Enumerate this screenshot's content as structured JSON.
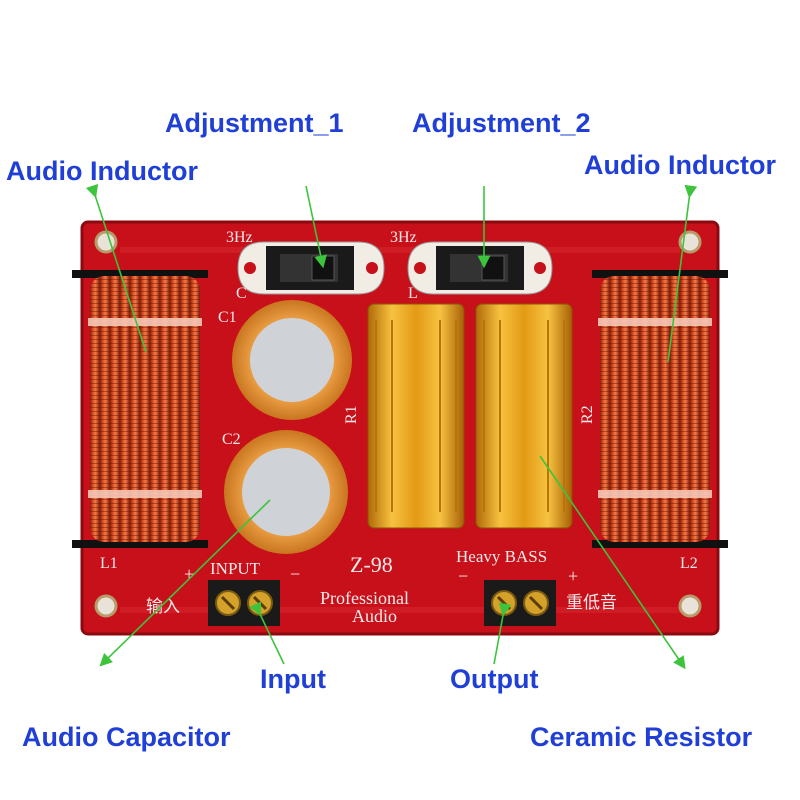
{
  "callouts": {
    "adjustment_1": "Adjustment_1",
    "adjustment_2": "Adjustment_2",
    "audio_inductor_left": "Audio Inductor",
    "audio_inductor_right": "Audio Inductor",
    "input": "Input",
    "output": "Output",
    "audio_capacitor": "Audio Capacitor",
    "ceramic_resistor": "Ceramic Resistor"
  },
  "board": {
    "switch_left_label": "3Hz",
    "switch_right_label": "3Hz",
    "label_c": "C",
    "label_l": "L",
    "label_c1": "C1",
    "label_c2": "C2",
    "label_r1": "R1",
    "label_r2": "R2",
    "label_l1": "L1",
    "label_l2": "L2",
    "input_label": "INPUT",
    "plus_left": "+",
    "minus_left": "−",
    "plus_right": "+",
    "minus_right": "−",
    "input_chinese": "输入",
    "model": "Z-98",
    "brand_line1": "Professional",
    "brand_line2": "Audio",
    "heavy_bass": "Heavy BASS",
    "bass_chinese": "重低音"
  },
  "colors": {
    "callout_text": "#1f3fd6",
    "arrow": "#3cc43c",
    "pcb": "#c8101a",
    "copper": "#d9401c",
    "resistor_gold": "#e8a21a",
    "capacitor_orange": "#f2a44a",
    "capacitor_top": "#cfd2d6"
  }
}
